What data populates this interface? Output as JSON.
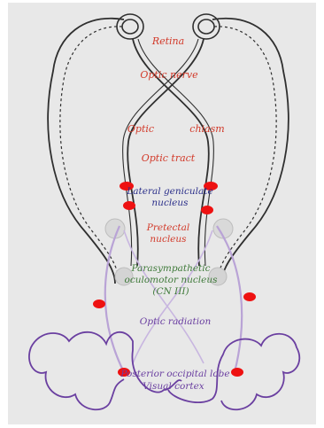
{
  "labels": {
    "retina": "Retina",
    "optic_nerve": "Optic nerve",
    "optic": "Optic",
    "chiasm": "chiasm",
    "optic_tract": "Optic tract",
    "lgn_line1": "Lateral geniculate",
    "lgn_line2": "nucleus",
    "pretectal_line1": "Pretectal",
    "pretectal_line2": "nucleus",
    "parasympathetic_line1": "Parasympathetic",
    "parasympathetic_line2": "oculomotor nucleus",
    "parasympathetic_line3": "(CN III)",
    "optic_radiation": "Optic radiation",
    "cortex_line1": "Posterior occipital lobe",
    "cortex_line2": "Visual cortex"
  },
  "colors": {
    "background": "#e8e8e8",
    "pathway": "#2f2f2f",
    "label_red": "#d23a2a",
    "label_blue": "#2b2f8a",
    "label_green": "#3f7a3a",
    "label_purple": "#6a3fa0",
    "lesion_red": "#ee1111",
    "cortex_outline": "#6a3fa0",
    "radiation": "#b9a3d6"
  }
}
